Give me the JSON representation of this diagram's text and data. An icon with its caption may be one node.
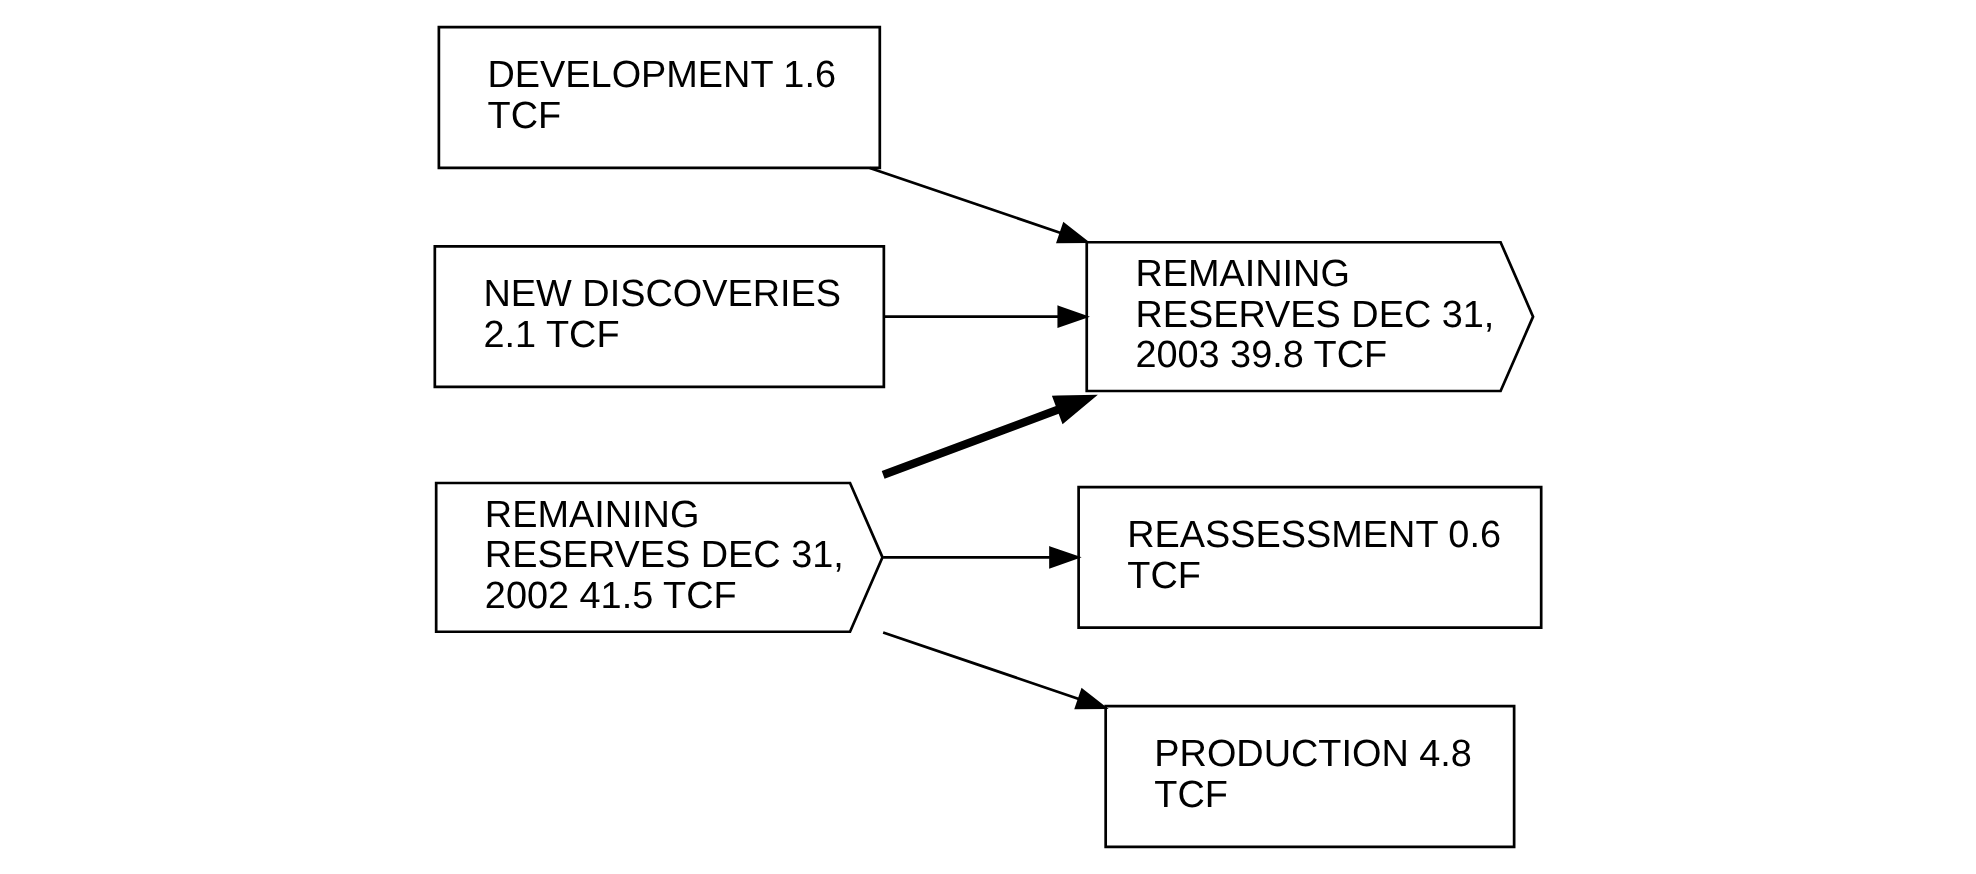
{
  "diagram": {
    "nodes": [
      {
        "text": [
          "DEVELOPMENT 1.6 TCF"
        ]
      },
      {
        "text": [
          "NEW DISCOVERIES 2.1 TCF"
        ]
      },
      {
        "text": [
          "REMAINING RESERVES DEC 31, 2002 41.5 TCF"
        ]
      },
      {
        "text": [
          "REMAINING RESERVES DEC 31, 2003 39.8 TCF"
        ]
      },
      {
        "text": [
          "REASSESSMENT 0.6 TCF"
        ]
      },
      {
        "text": [
          "PRODUCTION 4.8 TCF"
        ]
      }
    ],
    "edges": [
      {
        "from": 2,
        "to": 3,
        "arrow": "to",
        "style": "thick"
      },
      {
        "from": 0,
        "to": 3,
        "arrow": "to"
      },
      {
        "from": 1,
        "to": 3,
        "arrow": "to"
      },
      {
        "from": 2,
        "to": 4,
        "arrow": "to"
      },
      {
        "from": 2,
        "to": 5,
        "arrow": "to"
      }
    ]
  }
}
